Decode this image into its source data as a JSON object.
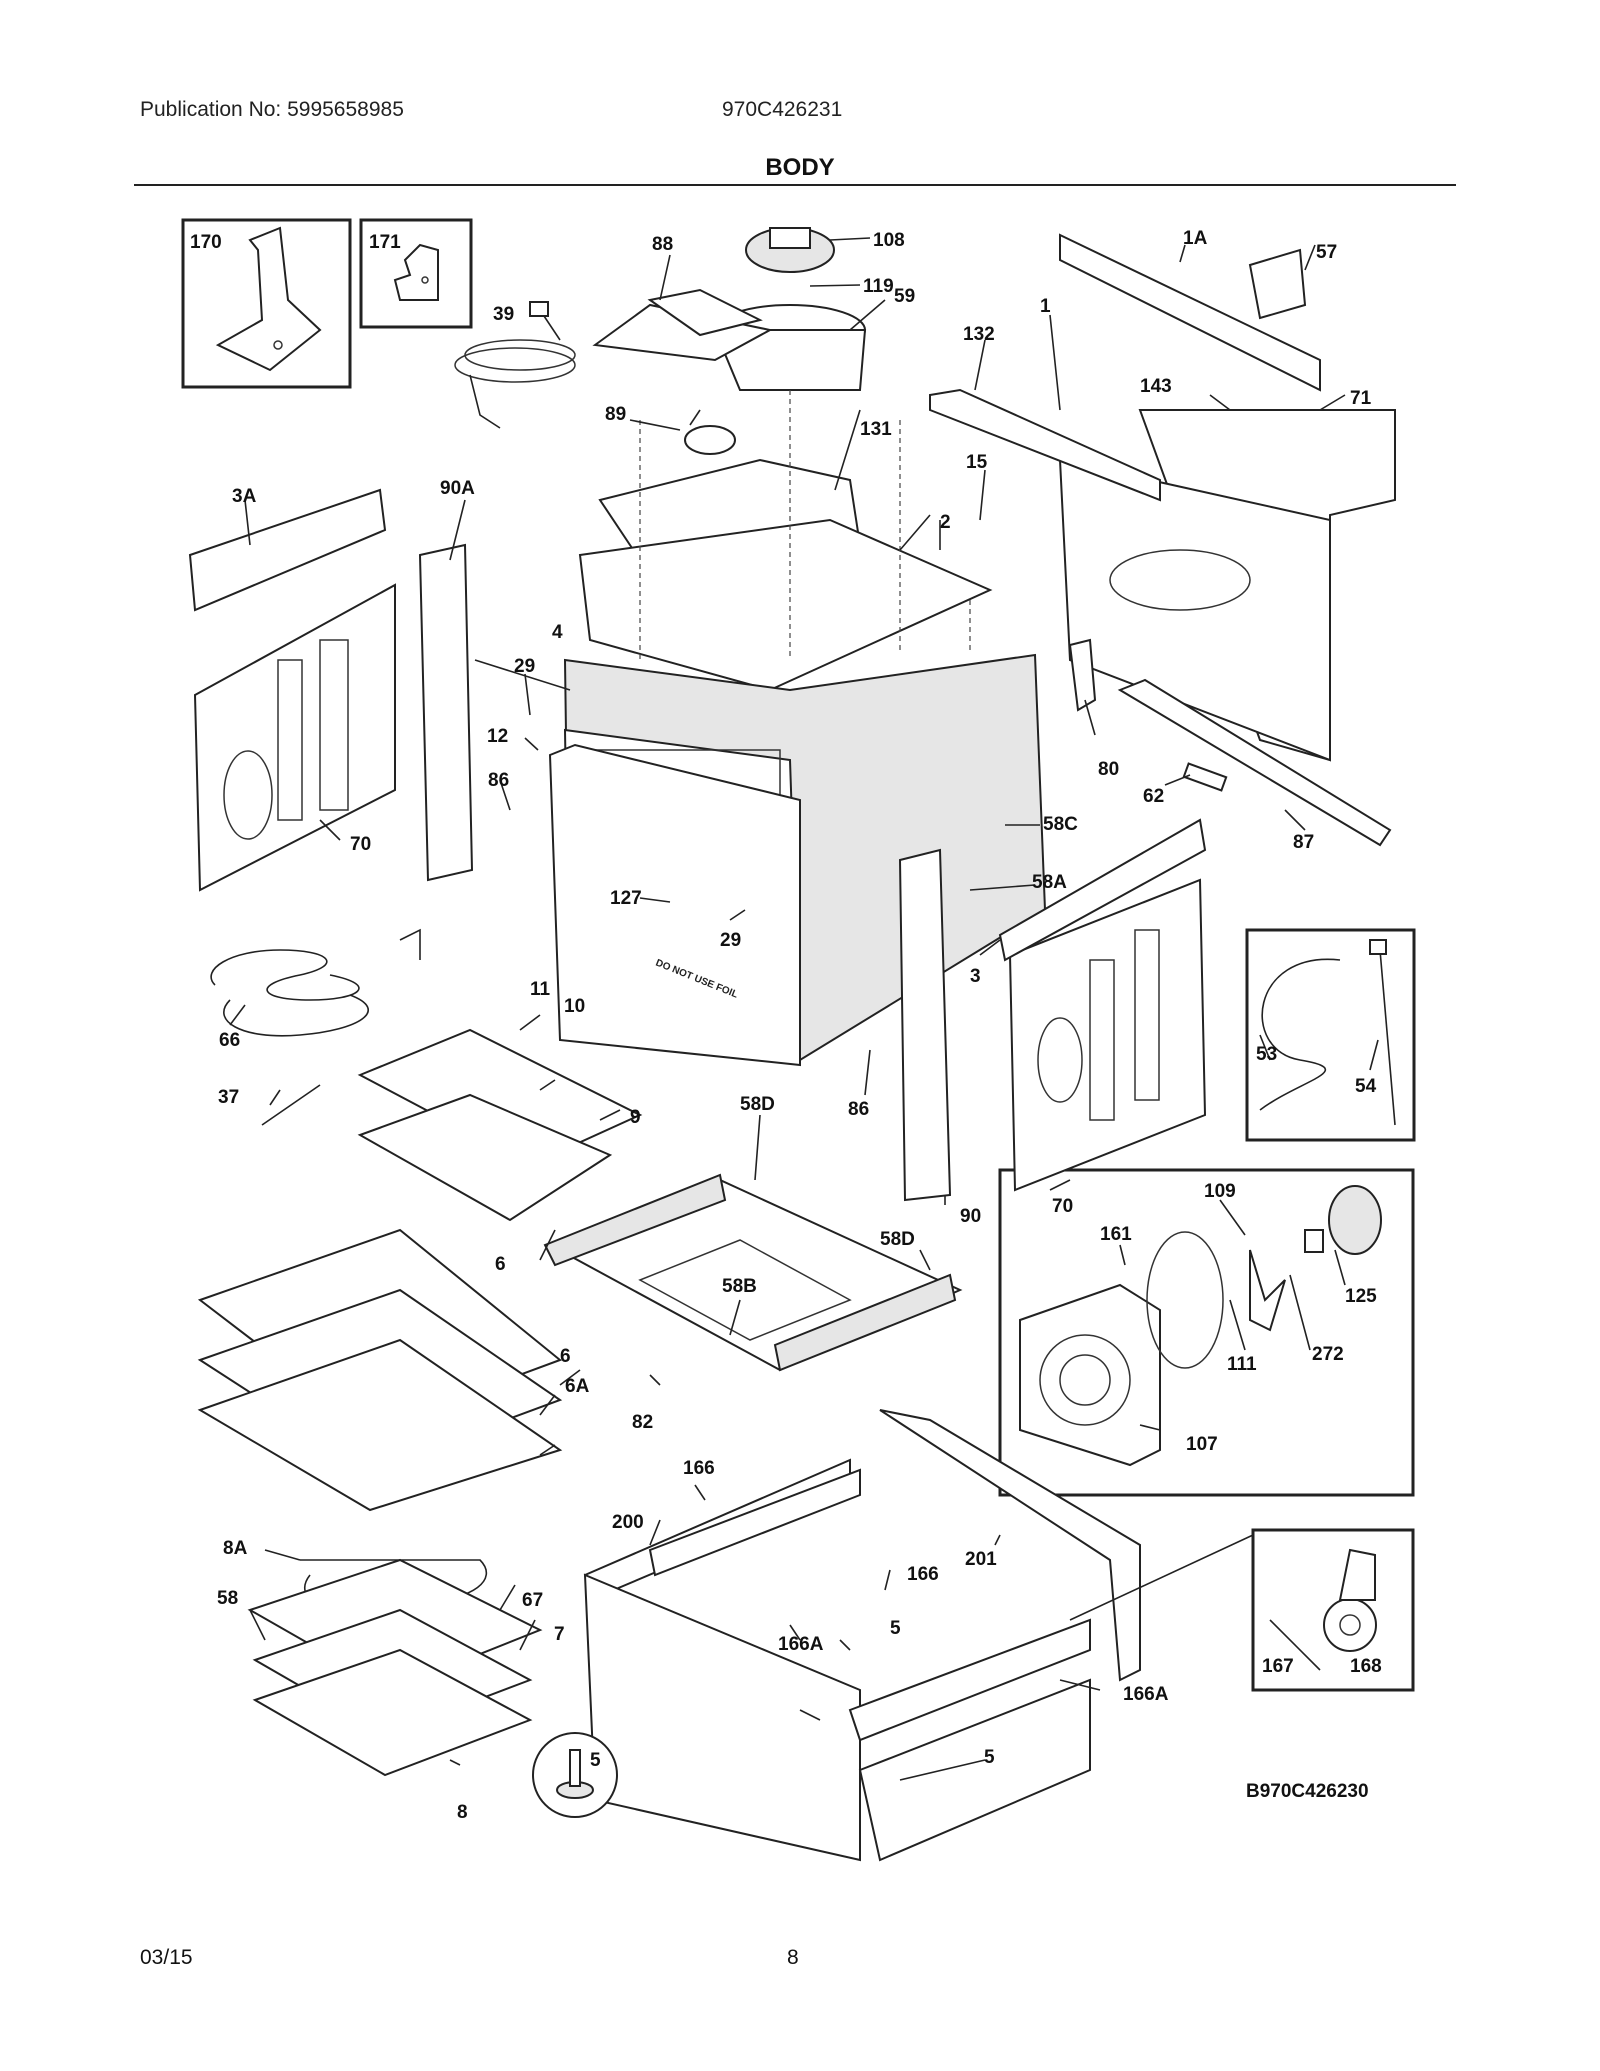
{
  "header": {
    "publication": "Publication No: 5995658985",
    "model": "970C426231",
    "section_title": "BODY"
  },
  "diagram": {
    "code": "B970C426230",
    "callouts": {
      "c170": "170",
      "c171": "171",
      "c39": "39",
      "c88": "88",
      "c108": "108",
      "c119": "119",
      "c59": "59",
      "c1A": "1A",
      "c57": "57",
      "c132": "132",
      "c1": "1",
      "c143": "143",
      "c71": "71",
      "c89": "89",
      "c131": "131",
      "c15": "15",
      "c3A": "3A",
      "c90A": "90A",
      "c2": "2",
      "c4": "4",
      "c29a": "29",
      "c12": "12",
      "c86a": "86",
      "c70a": "70",
      "c80": "80",
      "c62": "62",
      "c87": "87",
      "c58C": "58C",
      "c58A": "58A",
      "c127": "127",
      "c29b": "29",
      "c3": "3",
      "c66": "66",
      "c11": "11",
      "c10": "10",
      "c53": "53",
      "c54": "54",
      "c37": "37",
      "c9": "9",
      "c58Da": "58D",
      "c86b": "86",
      "c90": "90",
      "c70b": "70",
      "c109": "109",
      "c161": "161",
      "c125": "125",
      "c6a": "6",
      "c58Db": "58D",
      "c58B": "58B",
      "c272": "272",
      "c111": "111",
      "c6b": "6",
      "c6A": "6A",
      "c82": "82",
      "c107": "107",
      "c166a": "166",
      "c200": "200",
      "c201": "201",
      "c8A": "8A",
      "c166b": "166",
      "c58": "58",
      "c67": "67",
      "c5a": "5",
      "c166Aa": "166A",
      "c7": "7",
      "c167": "167",
      "c168": "168",
      "c166Ab": "166A",
      "c5b": "5",
      "c5c": "5",
      "c8": "8",
      "inset_text": "DO NOT USE FOIL"
    }
  },
  "footer": {
    "date": "03/15",
    "page": "8"
  }
}
